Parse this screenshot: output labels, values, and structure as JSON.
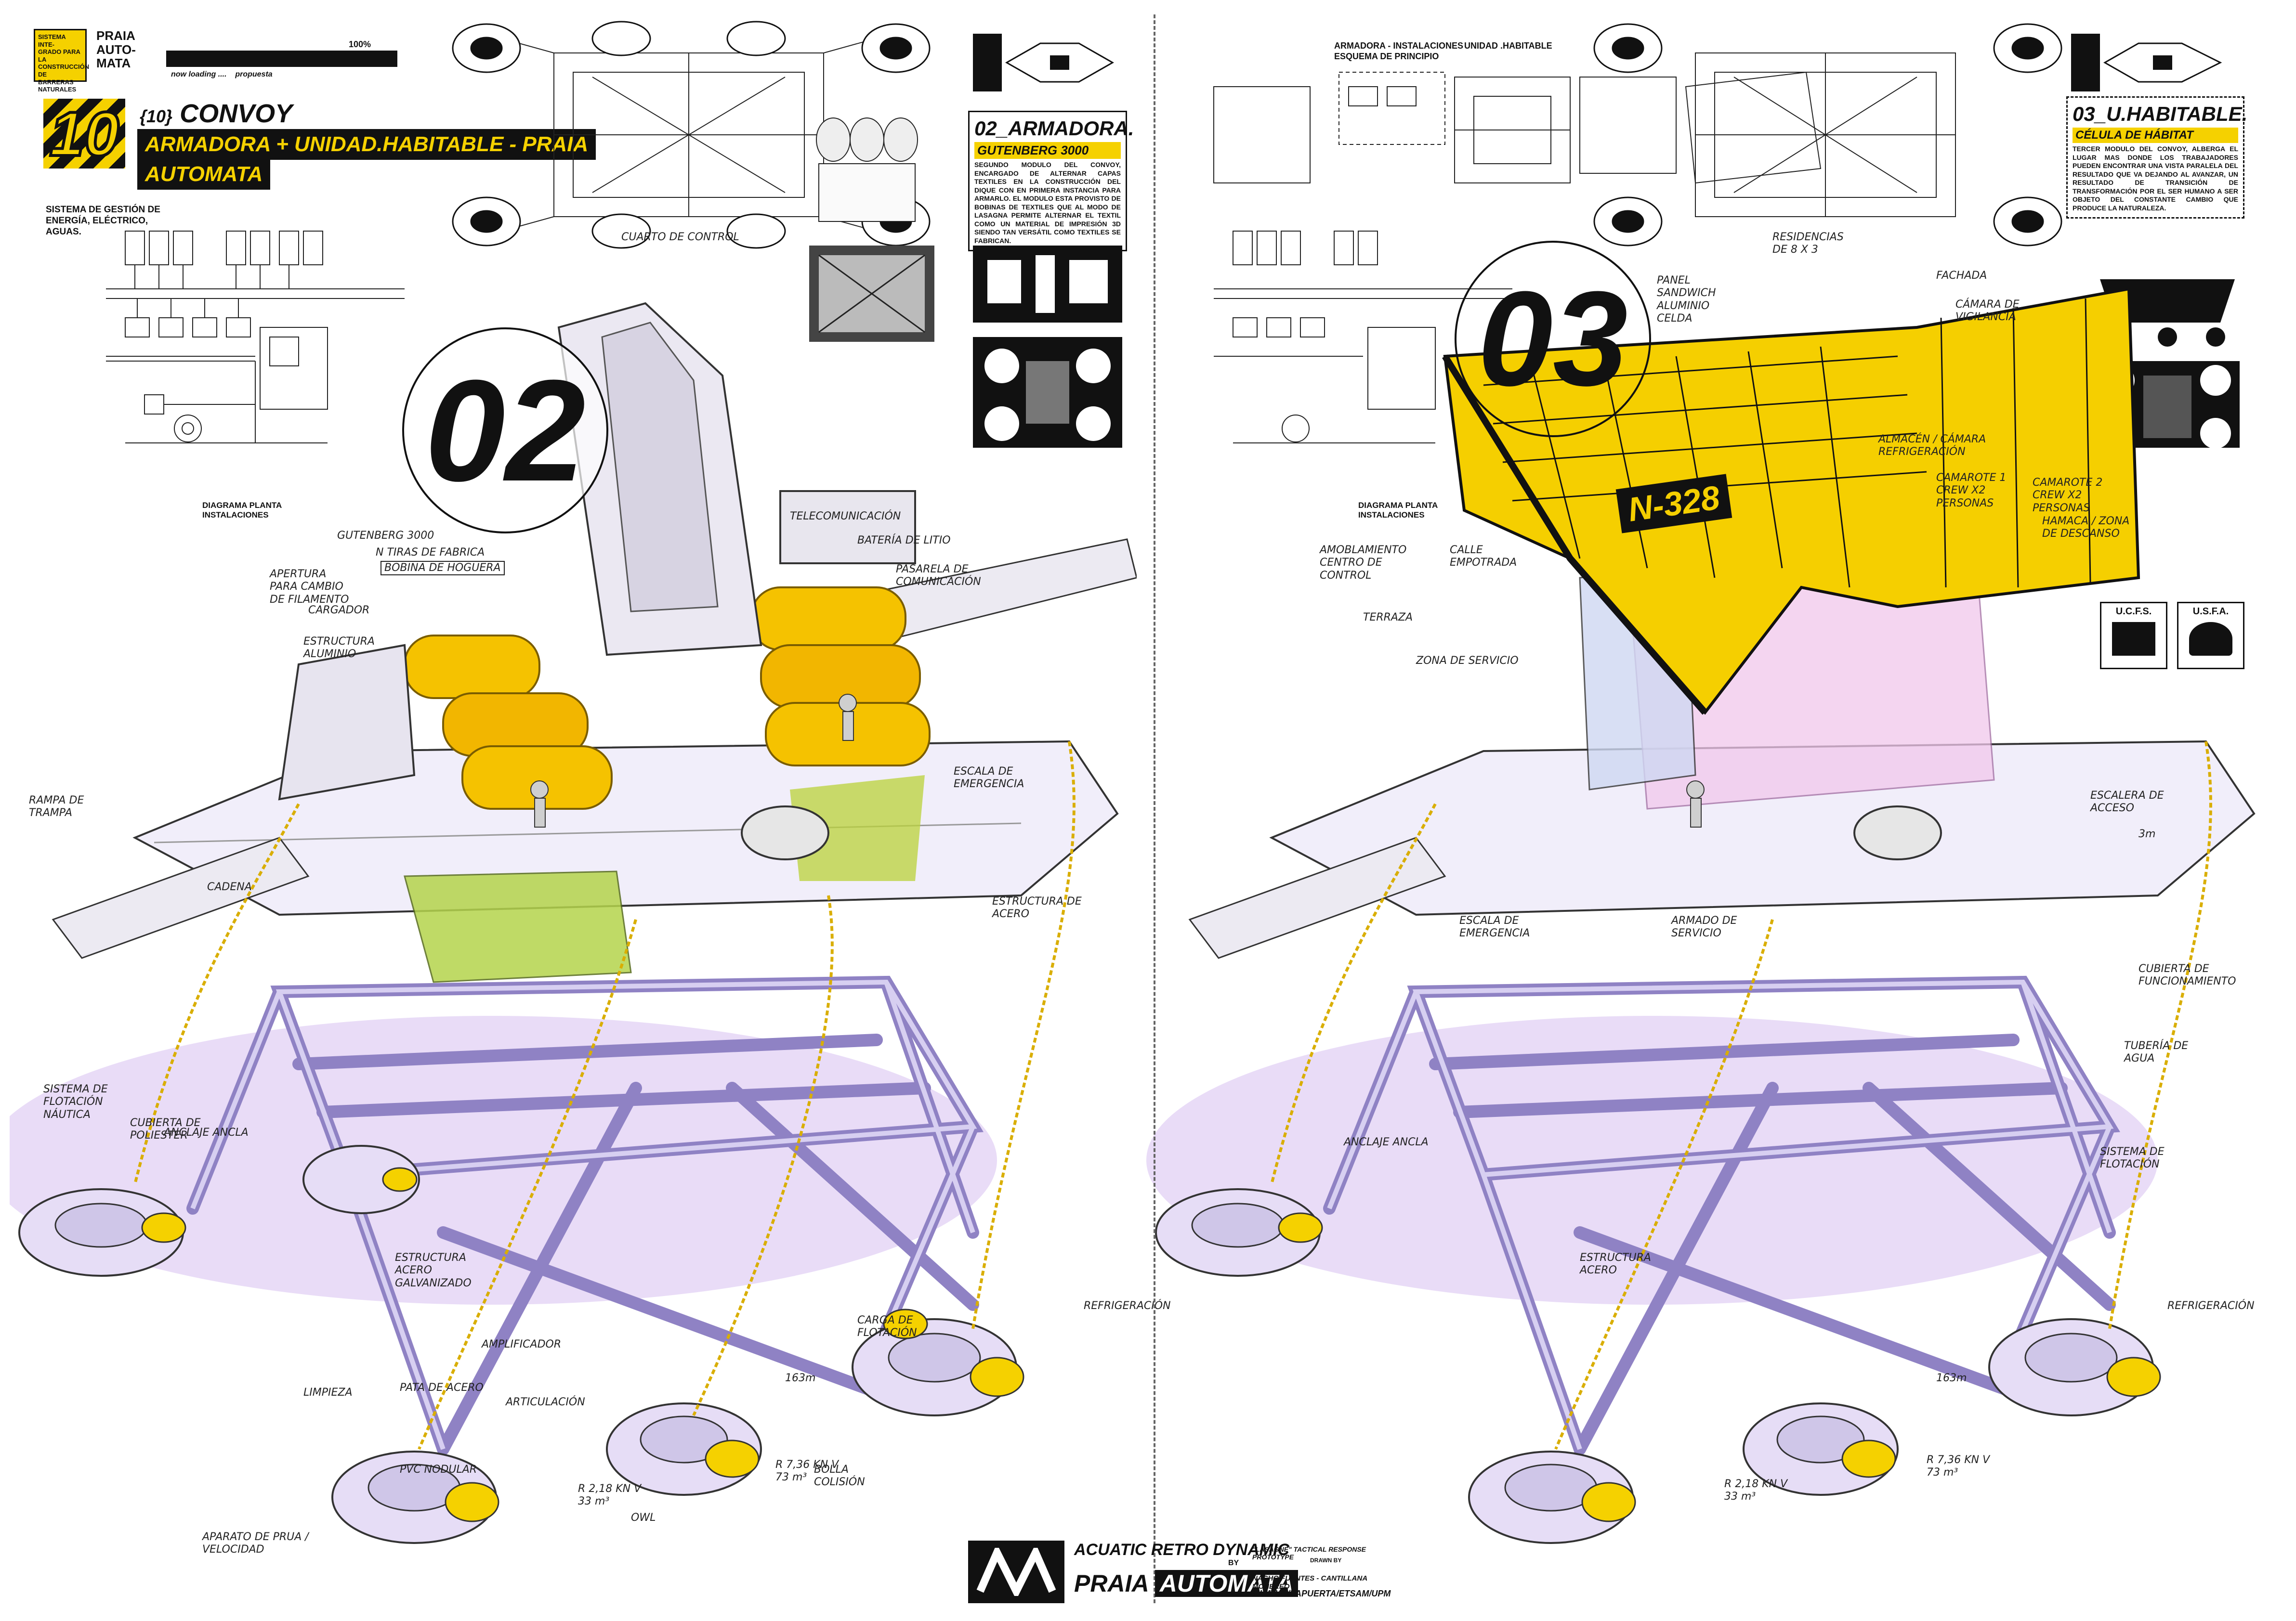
{
  "header": {
    "tag_lines": [
      "SISTEMA INTE-",
      "GRADO PARA LA",
      "CONSTRUCCIÓN",
      "DE BARRERAS",
      "NATURALES"
    ],
    "logo_lines": [
      "PRAIA",
      "AUTO-",
      "MATA"
    ],
    "progress_percent": 100,
    "progress_label": "100%",
    "loading_text": "now loading ....    propuesta",
    "sheet_number": "10",
    "convoy_prefix": "{10}",
    "convoy_title": "CONVOY",
    "subtitle_line1": "ARMADORA + UNIDAD.HABITABLE - PRAIA",
    "subtitle_line2": "AUTOMATA"
  },
  "left": {
    "energy_title": "SISTEMA DE GESTIÓN DE ENERGÍA, ELÉCTRICO, AGUAS.",
    "diagram_title": "DIAGRAMA PLANTA INSTALACIONES",
    "big_number": "02",
    "module_title": "02_ARMADORA.",
    "module_subtitle": "GUTENBERG 3000",
    "module_text": "SEGUNDO MODULO DEL CONVOY, ENCARGADO DE ALTERNAR CAPAS TEXTILES EN LA CONSTRUCCIÓN DEL DIQUE CON EN PRIMERA INSTANCIA PARA ARMARLO. EL MODULO ESTA PROVISTO DE BOBINAS DE TEXTILES QUE AL MODO DE LASAGNA PERMITE ALTERNAR EL TEXTIL COMO UN MATERIAL DE IMPRESIÓN 3D SIENDO TAN VERSÁTIL COMO TEXTILES SE FABRICAN."
  },
  "right": {
    "instalaciones_title": "ARMADORA - INSTALACIONES ESQUEMA DE PRINCIPIO",
    "unidad_title": "UNIDAD .HABITABLE",
    "diagram_title": "DIAGRAMA PLANTA INSTALACIONES",
    "big_number": "03",
    "module_code": "N-328",
    "module_title": "03_U.HABITABLE.",
    "module_subtitle": "CÉLULA DE HÁBITAT",
    "module_text": "TERCER MODULO DEL CONVOY, ALBERGA EL LUGAR MAS DONDE LOS TRABAJADORES PUEDEN ENCONTRAR UNA VISTA PARALELA DEL RESULTADO QUE VA DEJANDO AL AVANZAR, UN RESULTADO DE TRANSICIÓN DE TRANSFORMACIÓN POR EL SER HUMANO A SER OBJETO DEL CONSTANTE CAMBIO QUE PRODUCE LA NATURALEZA.",
    "ucfs": "U.C.F.S.",
    "usfa": "U.S.F.A."
  },
  "notes_left": [
    "GUTENBERG 3000",
    "N TIRAS DE FABRICA",
    "BOBINA DE HOGUERA",
    "CARGADOR",
    "APERTURA PARA CAMBIO DE FILAMENTO",
    "ESTRUCTURA ALUMINIO",
    "CUARTO DE CONTROL",
    "TELECOMUNICACIÓN",
    "BATERÍA DE LITIO",
    "PASARELA DE COMUNICACIÓN",
    "CADENA",
    "RAMPA DE TRAMPA",
    "ESCALA DE EMERGENCIA",
    "ESTRUCTURA DE ACERO",
    "ANCLAJE ANCLA",
    "ESTRUCTURA ACERO GALVANIZADO",
    "PATA DE ACERO",
    "AMPLIFICADOR",
    "ARTICULACIÓN",
    "LIMPIEZA",
    "CARGA DE FLOTACIÓN",
    "REFRIGERACIÓN",
    "BOLLA COLISIÓN",
    "APARATO DE PRUA / VELOCIDAD",
    "CUBIERTA DE POLIESTER",
    "SISTEMA DE FLOTACIÓN NÁUTICA",
    "PVC NODULAR",
    "OWL",
    "R 7,36 KN  V 73 m³",
    "R 2,18 KN  V 33 m³",
    "163m"
  ],
  "notes_right": [
    "PANEL SANDWICH ALUMINIO CELDA",
    "RESIDENCIAS DE 8 X 3",
    "FACHADA",
    "CÁMARA DE VIGILANCIA",
    "ALMACÉN / CÁMARA REFRIGERACIÓN",
    "CAMAROTE 1 CREW X2 PERSONAS",
    "CAMAROTE 2 CREW X2 PERSONAS",
    "HAMACA / ZONA DE DESCANSO",
    "AMOBLAMIENTO CENTRO DE CONTROL",
    "TERRAZA",
    "ZONA DE SERVICIO",
    "ESCALERA DE ACCESO",
    "CALLE EMPOTRADA",
    "ARMADO DE SERVICIO",
    "CUBIERTA DE FUNCIONAMIENTO",
    "SISTEMA DE FLOTACIÓN",
    "ESCALA DE EMERGENCIA",
    "ESTRUCTURA ACERO",
    "TUBERÍA DE AGUA",
    "REFRIGERACIÓN",
    "ANCLAJE ANCLA",
    "R 7,36 KN  V 73 m³",
    "R 2,18 KN  V 33 m³",
    "163m",
    "3m"
  ],
  "footer": {
    "title_line1": "ACUATIC RETRO DYNAMIC",
    "title_by": "BY",
    "brand_left": "PRAIA",
    "brand_right": "AUTOMATA",
    "prototype_line": "\"LASAGNE\" TACTICAL RESPONSE PROTOTYPE",
    "drawn_by": "DRAWN BY",
    "authors": "NACHO FUENTES - CANTILLANA MONEREO",
    "school": "MHA-UD/LAPUERTA/ETSAM/UPM"
  },
  "colors": {
    "accent_yellow": "#f5d100",
    "dark": "#111111",
    "structure_lavender": "#b9a8e6",
    "shadow_purple": "#c79be6"
  }
}
